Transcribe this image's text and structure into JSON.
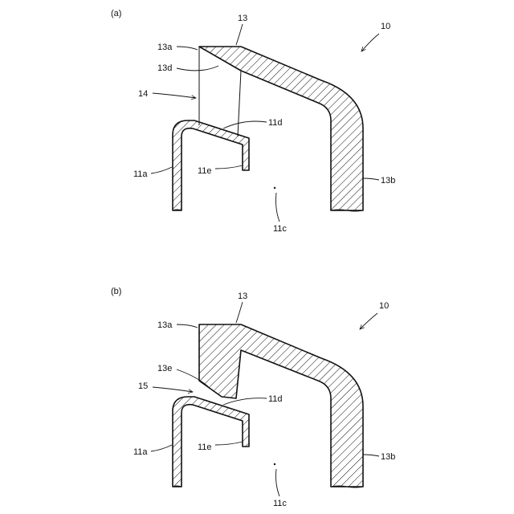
{
  "panel_a": {
    "caption": "(a)",
    "labels": {
      "n10": "10",
      "n13": "13",
      "n13a": "13a",
      "n13d": "13d",
      "n14": "14",
      "n11d": "11d",
      "n11a": "11a",
      "n11e": "11e",
      "n13b": "13b",
      "n11c": "11c"
    }
  },
  "panel_b": {
    "caption": "(b)",
    "labels": {
      "n10": "10",
      "n13": "13",
      "n13a": "13a",
      "n13e": "13e",
      "n15": "15",
      "n11d": "11d",
      "n11a": "11a",
      "n11e": "11e",
      "n13b": "13b",
      "n11c": "11c"
    }
  }
}
